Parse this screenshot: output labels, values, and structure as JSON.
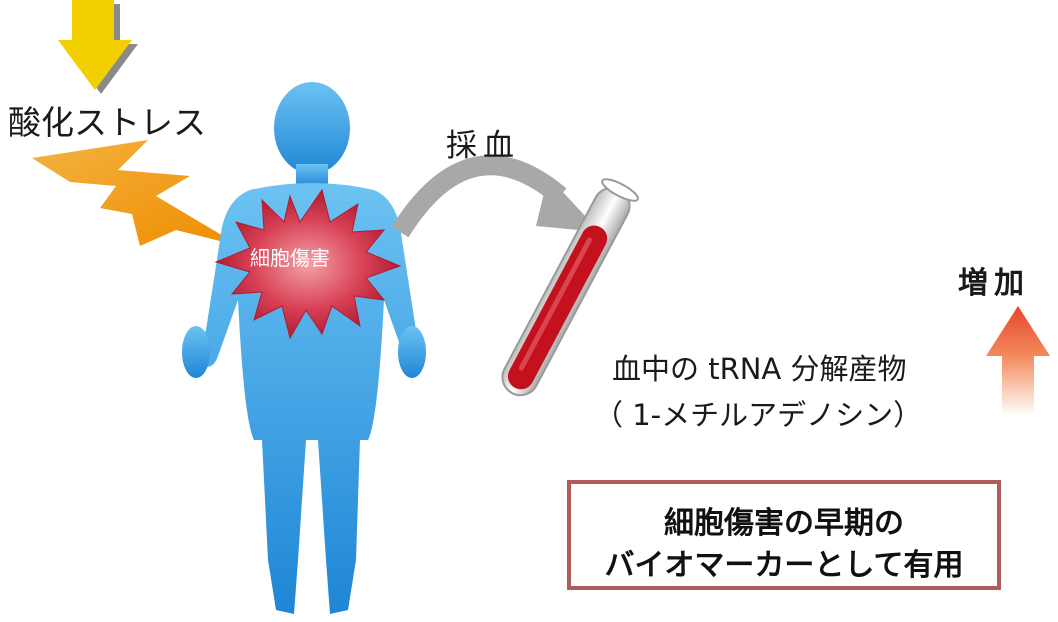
{
  "labels": {
    "oxidative_stress": "酸化ストレス",
    "blood_sampling": "採血",
    "cell_damage": "細胞傷害",
    "increase": "増加",
    "product_line1": "血中の tRNA 分解産物",
    "product_line2": "（ 1-メチルアデノシン）"
  },
  "conclusion": {
    "line1": "細胞傷害の早期の",
    "line2": "バイオマーカーとして有用"
  },
  "colors": {
    "body": "#3ba3e3",
    "stress_arrow": "#f2d000",
    "lightning": "#f59a10",
    "burst": "#c8223a",
    "blood": "#c3121e",
    "increase_arrow": "#e8452d",
    "box_border": "#b15c5c",
    "curved_arrow": "#a8a8a8"
  },
  "icons": [
    "down-arrow-icon",
    "lightning-icon",
    "human-silhouette",
    "damage-burst",
    "curved-arrow-icon",
    "test-tube-icon",
    "up-arrow-icon"
  ]
}
